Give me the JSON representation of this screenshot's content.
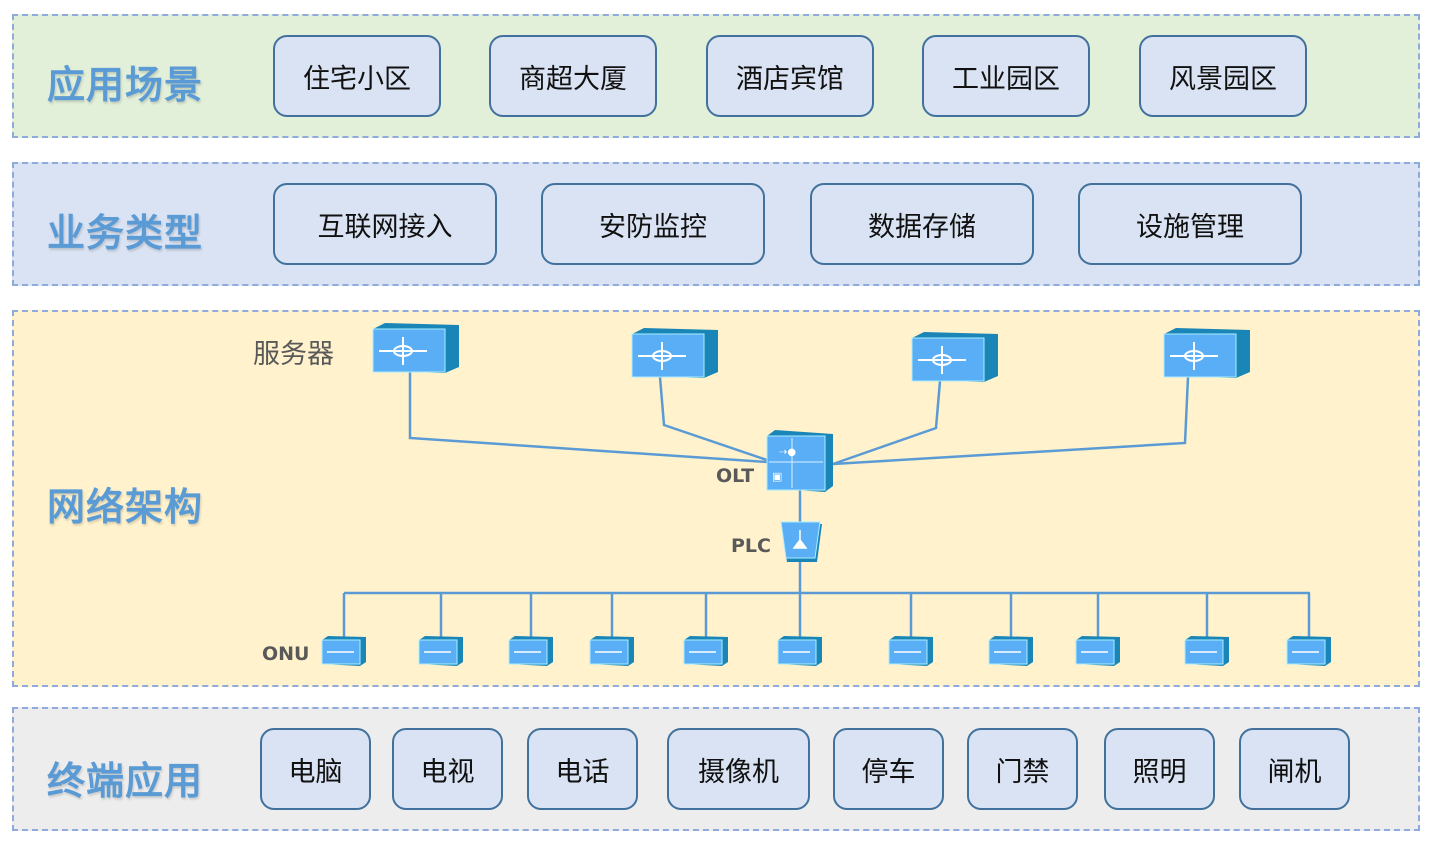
{
  "layers": {
    "scenarios": {
      "title": "应用场景",
      "items": [
        "住宅小区",
        "商超大厦",
        "酒店宾馆",
        "工业园区",
        "风景园区"
      ]
    },
    "services": {
      "title": "业务类型",
      "items": [
        "互联网接入",
        "安防监控",
        "数据存储",
        "设施管理"
      ]
    },
    "network": {
      "title": "网络架构",
      "server_label": "服务器",
      "olt_label": "OLT",
      "plc_label": "PLC",
      "onu_label": "ONU",
      "onu_count": 11
    },
    "terminals": {
      "title": "终端应用",
      "items": [
        "电脑",
        "电视",
        "电话",
        "摄像机",
        "停车",
        "门禁",
        "照明",
        "闸机"
      ]
    }
  },
  "colors": {
    "accent": "#5b9bd5",
    "line": "#5b9bd5",
    "device": "#4fa3e8"
  }
}
